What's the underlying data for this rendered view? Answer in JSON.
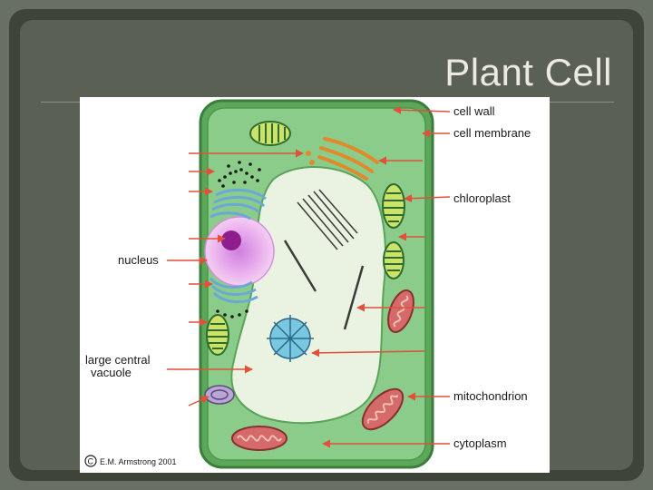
{
  "slide": {
    "title": "Plant Cell"
  },
  "diagram": {
    "labels": {
      "cell_wall": "cell wall",
      "cell_membrane": "cell membrane",
      "chloroplast": "chloroplast",
      "nucleus": "nucleus",
      "vacuole_line1": "large central",
      "vacuole_line2": "vacuole",
      "mitochondrion": "mitochondrion",
      "cytoplasm": "cytoplasm"
    },
    "credit_symbol": "C",
    "credit": "E.M. Armstrong 2001"
  },
  "colors": {
    "cytoplasm": "#8ccc8a",
    "cell_wall": "#4a9a4a",
    "vacuole": "#eaf3e2",
    "arrow": "#e0503a",
    "nucleus": "#e7a6ea",
    "golgi": "#e08a2c"
  }
}
